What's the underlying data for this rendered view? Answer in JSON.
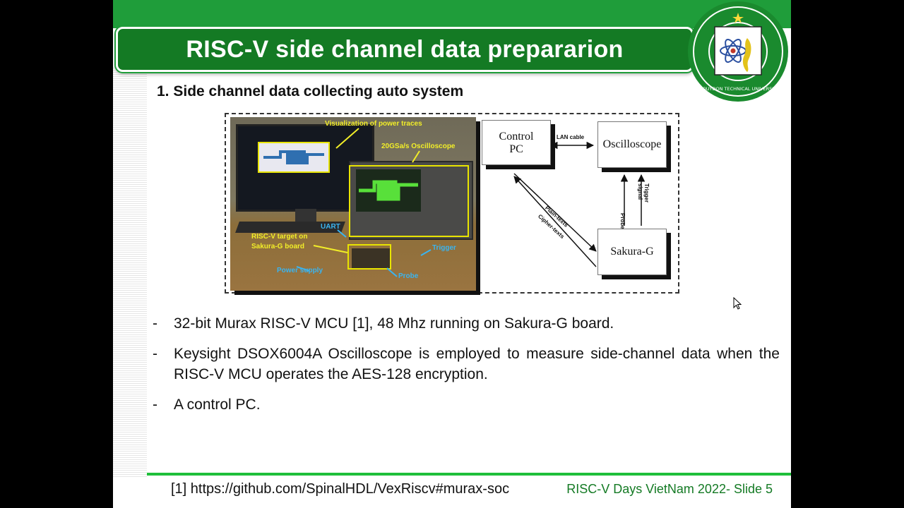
{
  "slide": {
    "title": "RISC-V side channel data prepararion",
    "heading": "1. Side channel data collecting auto system",
    "logo_text": "ĐẠI HỌC KỸ THUẬT LÊ QUÝ ĐÔN · LEQUYDON TECHNICAL UNIVERSITY",
    "figure": {
      "photo_annotations": {
        "visualization": "Visualization of power traces",
        "oscilloscope": "20GSa/s Oscilloscope",
        "uart": "UART",
        "target_line1": "RISC-V target on",
        "target_line2": "Sakura-G board",
        "power_supply": "Power supply",
        "probe": "Probe",
        "trigger": "Trigger"
      },
      "diagram": {
        "control_pc_line1": "Control",
        "control_pc_line2": "PC",
        "oscilloscope": "Oscilloscope",
        "sakura": "Sakura-G",
        "lan_cable": "LAN cable",
        "plain_texts": "Plain-texts",
        "cipher_texts": "Cipher-texts",
        "probe": "Probe",
        "trigger_signal": "Trigger signal"
      }
    },
    "bullets": [
      {
        "dash": "-",
        "text": "32-bit Murax RISC-V MCU [1], 48 Mhz running on Sakura-G board."
      },
      {
        "dash": "-",
        "text": "Keysight DSOX6004A Oscilloscope is employed to measure side-channel data when the RISC-V MCU operates the AES-128 encryption."
      },
      {
        "dash": "-",
        "text": "A control PC."
      }
    ],
    "footer_ref": "[1] https://github.com/SpinalHDL/VexRiscv#murax-soc",
    "footer_right": "RISC-V Days VietNam 2022- Slide 5"
  },
  "colors": {
    "title_green": "#147a24",
    "bar_green": "#1f9d3a",
    "footer_green": "#147a24",
    "annotation_yellow": "#f2ee28",
    "annotation_blue": "#3ab4f0"
  }
}
